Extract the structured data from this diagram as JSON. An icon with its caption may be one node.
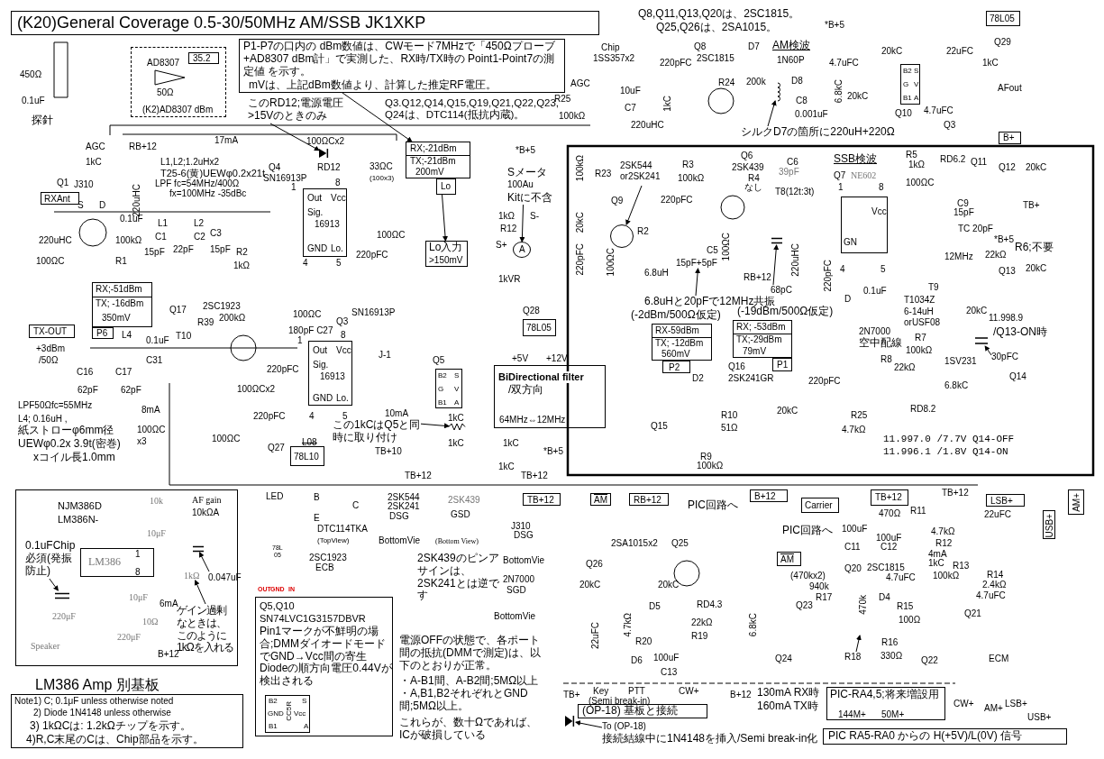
{
  "diagram": {
    "nodes": [
      {
        "text": [
          "(K20)General Coverage 0.5-30/50MHz AM/SSB JK1XKP"
        ]
      },
      {
        "text": [
          "AD8307",
          "50Ω",
          "(K2)AD8307 dBm"
        ]
      },
      {
        "text": [
          "35.2"
        ],
        "in": 1
      },
      {
        "text": [
          "P1-P7の口内の dBm数値は、CWモード7MHzで「450Ωプローブ+AD8307 dBm計」で実測した、RX時/TX時の Point1-Point7の測定値 を示す。",
          "mVは、上記dBm数値より、計算した推定RF電圧。"
        ]
      },
      {
        "text": [
          "RXAnt"
        ]
      },
      {
        "text": [
          "RX;-51dBm",
          "TX; -16dBm",
          "350mV"
        ]
      },
      {
        "text": [
          "P6"
        ]
      },
      {
        "text": [
          "TX-OUT"
        ]
      },
      {
        "text": [
          "RX;-21dBm",
          "TX;-21dBm",
          "200mV"
        ]
      },
      {
        "text": [
          "Lo"
        ]
      },
      {
        "text": [
          "Lo入力",
          ">150mV"
        ]
      },
      {
        "text": [
          "RX-59dBm",
          "TX; -12dBm",
          "560mV"
        ]
      },
      {
        "text": [
          "P2"
        ]
      },
      {
        "text": [
          "RX; -53dBm",
          "TX;-29dBm",
          "79mV"
        ]
      },
      {
        "text": [
          "P1"
        ]
      },
      {
        "text": [
          "B+"
        ]
      },
      {
        "text": [
          "78L05"
        ]
      },
      {
        "text": [
          "78L05"
        ]
      },
      {
        "text": [
          "78L10"
        ]
      },
      {
        "text": [
          "TB+12"
        ]
      },
      {
        "text": [
          "AM"
        ]
      },
      {
        "text": [
          "RB+12"
        ]
      },
      {
        "text": [
          "B+12"
        ]
      },
      {
        "text": [
          "Carrier"
        ]
      },
      {
        "text": [
          "TB+12"
        ]
      },
      {
        "text": [
          "LSB+"
        ]
      },
      {
        "text": [
          "USB+"
        ]
      },
      {
        "text": [
          "AM+"
        ]
      },
      {
        "text": [
          "LM386 Amp 別基板"
        ]
      },
      {
        "text": [
          "LM386",
          "1",
          "8"
        ],
        "in": 28
      },
      {
        "text": [
          "Note1) C; 0.1μF unless otherwise noted",
          "2) Diode 1N4148 unless otherwise",
          "3) 1kΩCは: 1.2kΩチップを示す。",
          "4)R,C末尾のCは、Chip部品を示す。"
        ]
      },
      {
        "text": [
          "Q5,Q10",
          "SN74LVC1G3157DBVR",
          "Pin1マークが不鮮明の場合;DMMダイオードモードでGND→Vcc間の寄生Diodeの順方向電圧0.44Vが検出される"
        ]
      },
      {
        "text": [
          "B2",
          "S",
          "GND",
          "Vcc",
          "B1",
          "A",
          "CC5R"
        ],
        "in": 31
      },
      {
        "text": [
          "(OP-18) 基板と接続"
        ]
      },
      {
        "text": [
          "PIC-RA4,5;将来増設用",
          "144M+",
          "50M+"
        ]
      },
      {
        "text": [
          "PIC RA5-RA0 からの H(+5V)/L(0V) 信号"
        ]
      },
      {
        "text": [
          "BiDirectional filter",
          "/双方向",
          "64MHz⇔12MHz"
        ]
      },
      {
        "text": [
          "Out",
          "Vcc",
          "Sig.",
          "16913",
          "GND",
          "Lo."
        ]
      },
      {
        "text": [
          "Out",
          "Vcc",
          "Sig.",
          "16913",
          "GND",
          "Lo."
        ]
      },
      {
        "text": [
          "Vcc",
          "GN"
        ]
      },
      {
        "text": [
          "B2",
          "S",
          "G",
          "V",
          "B1",
          "A"
        ]
      },
      {
        "text": [
          "B2",
          "S",
          "G",
          "V",
          "B1",
          "A"
        ]
      },
      {
        "text": [
          "A"
        ]
      },
      {
        "text": [
          "このRD12;電源電圧>15Vのときのみ"
        ]
      },
      {
        "text": [
          "Sメータ",
          "100Au",
          "Kitに不含"
        ]
      },
      {
        "text": [
          "2SK544 or2SK241"
        ]
      },
      {
        "text": [
          "シルクD7の箇所に220uH+220Ω"
        ]
      },
      {
        "text": [
          "6.8uHと20pFで12MHz共振"
        ]
      },
      {
        "text": [
          "この1kCはQ5と同時に取り付け"
        ]
      },
      {
        "text": [
          "0.1uFChip必須(発振防止)"
        ],
        "in": 28
      },
      {
        "text": [
          "ゲイン過剰なときは、このように1kΩを入れる"
        ],
        "in": 28
      },
      {
        "text": [
          "To (OP-18)",
          "接続結線中に1N4148を挿入/Semi break-in化"
        ]
      },
      {
        "text": [
          "68pC"
        ]
      },
      {
        "text": [
          "30pFC"
        ]
      },
      {
        "text": [
          "R18"
        ]
      },
      {
        "text": [
          "0.047uF"
        ],
        "in": 28
      },
      {
        "text": [
          "AM"
        ]
      },
      {
        "text": [],
        "shape": "diode"
      },
      {
        "text": [],
        "shape": "circle"
      },
      {
        "text": [],
        "shape": "inductor"
      },
      {
        "text": [
          "15pF+5pF"
        ]
      },
      {
        "text": [],
        "shape": "resistor"
      },
      {
        "text": [],
        "shape": "capacitor",
        "in": 28
      },
      {
        "text": [
          "1kΩ"
        ],
        "in": 28
      },
      {
        "text": [],
        "shape": "diode"
      },
      {
        "text": [],
        "shape": "capacitor"
      },
      {
        "text": [],
        "shape": "capacitor"
      },
      {
        "text": [],
        "shape": "capacitor",
        "in": 28
      }
    ],
    "edges": [
      {
        "from": 3,
        "to": 8,
        "arrow": "to"
      },
      {
        "from": 43,
        "to": 57,
        "arrow": "to"
      },
      {
        "from": 9,
        "to": 10,
        "arrow": "to"
      },
      {
        "from": 44,
        "to": 42,
        "arrow": "to"
      },
      {
        "from": 45,
        "to": 58,
        "arrow": "to"
      },
      {
        "from": 46,
        "to": 59,
        "arrow": "to"
      },
      {
        "from": 47,
        "to": 60,
        "arrow": "to"
      },
      {
        "from": 48,
        "to": 61,
        "arrow": "to"
      },
      {
        "from": 49,
        "to": 62,
        "arrow": "to"
      },
      {
        "from": 50,
        "to": 63,
        "arrow": "to"
      },
      {
        "from": 51,
        "to": 64,
        "arrow": "to"
      },
      {
        "from": 52,
        "to": 65,
        "arrow": "to"
      },
      {
        "from": 53,
        "to": 66,
        "arrow": "to"
      },
      {
        "from": 54,
        "to": null,
        "arrow": "to"
      },
      {
        "from": 55,
        "to": 67,
        "arrow": "to"
      }
    ],
    "labels": [
      "450Ω",
      "0.1uF",
      "探針",
      "AGC",
      "RB+12",
      "17mA",
      "100ΩCx2",
      "1kC",
      "L1,L2;1.2uHx2",
      "Q4",
      "RD12",
      "33ΩC",
      "T25-6(黄)UEWφ0.2x21t",
      "SN16913P",
      "(100x3)",
      "Q1",
      "J310",
      "LPF fc=54MHz/400Ω",
      "1",
      "8",
      "fx=100MHz -35dBc",
      "S",
      "D",
      "220uHC",
      "0.1uF",
      "L1",
      "C1",
      "L2",
      "C2",
      "C3",
      "220uHC",
      "100kΩ",
      "15pF",
      "22pF",
      "15pF",
      "R2",
      "1kΩ",
      "100ΩC",
      "R1",
      "4",
      "5",
      "220pFC",
      "100ΩC",
      "Q17",
      "2SC1923",
      "R39",
      "200kΩ",
      "L4",
      "0.1uF",
      "T10",
      "C31",
      "C16",
      "C17",
      "100ΩC",
      "Q3",
      "SN16913P",
      "180pF C27",
      "8",
      "1",
      "220pFC",
      "+3dBm",
      "/50Ω",
      "62pF",
      "62pF",
      "LPF50Ωfc=55MHz",
      "L4; 0.16uH ,",
      "紙ストローφ6mm径",
      "UEWφ0.2x 3.9t(密巻)",
      "xコイル長1.0mm",
      "8mA",
      "100ΩC",
      "x3",
      "100ΩCx2",
      "220pFC",
      "100ΩC",
      "4",
      "5",
      "J-1",
      "Q5",
      "10mA",
      "1kC",
      "1kC",
      "TB+10",
      "1kC",
      "*B+5",
      "1kC",
      "TB+12",
      "TB+12",
      "Q27",
      "L08",
      "LED",
      "B",
      "C",
      "E",
      "DTC114TKA",
      "(TopView)",
      "78L",
      "05",
      "OUT",
      "GND",
      "IN",
      "2SC1923",
      "ECB",
      "2SK544",
      "2SK241",
      "DSG",
      "BottomVie",
      "2SK439",
      "GSD",
      "(Bottom View)",
      "J310",
      "DSG",
      "BottomVie",
      "2SK439のピンアサインは、2SK241とは逆です",
      "2N7000",
      "SGD",
      "BottomVie",
      "NJM386D",
      "LM386N-",
      "10k",
      "AF gain",
      "10kΩA",
      "10μF",
      "220μF",
      "10μF",
      "6mA",
      "10Ω",
      "220μF",
      "Speaker",
      "B+12",
      "電源OFFの状態で、各ポート間の抵抗(DMMで測定)は、以下のとおりが正常。",
      "・A-B1間、A-B2間;5MΩ以上",
      "・A,B1,B2それぞれとGND間;5MΩ以上。",
      "これらが、数十Ωであれば、ICが破損している",
      "Q8,Q11,Q13,Q20は、2SC1815。",
      "Q25,Q26は、2SA1015。",
      "Chip",
      "1SS357x2",
      "Q8",
      "2SC1815",
      "220pFC",
      "AGC",
      "10uF",
      "C7",
      "R25",
      "100kΩ",
      "220uHC",
      "1kC",
      "R24",
      "Q3.Q12,Q14,Q15,Q19,Q21,Q22,Q23, Q24は、DTC114(抵抗内蔵)。",
      "*B+5",
      "1kΩ",
      "R12",
      "S-",
      "S+",
      "1kVR",
      "100kΩ",
      "R23",
      "R3",
      "100kΩ",
      "Q9",
      "220pFC",
      "R2",
      "20kC",
      "220pFC",
      "100ΩC",
      "100ΩC",
      "C5",
      "6.8uH",
      "Q28",
      "(-2dBm/500Ω仮定)",
      "(-19dBm/500Ω仮定)",
      "+5V",
      "+12V",
      "D2",
      "Q16",
      "2SK241GR",
      "R10",
      "Q15",
      "51Ω",
      "R9",
      "100kΩ",
      "*B+5",
      "Q29",
      "20kC",
      "22uFC",
      "D7",
      "AM検波",
      "1N60P",
      "4.7uFC",
      "1kC",
      "200k",
      "D8",
      "6.8kC",
      "20kC",
      "C8",
      "0.001uF",
      "Q10",
      "4.7uFC",
      "AFout",
      "Q3",
      "Q6",
      "2SK439",
      "R4",
      "なし",
      "C6",
      "39pF",
      "T8(12t:3t)",
      "SSB検波",
      "Q7",
      "NE602",
      "1",
      "8",
      "R5",
      "1kΩ",
      "RD6.2",
      "Q11",
      "Q12",
      "20kC",
      "100ΩC",
      "C9",
      "15pF",
      "TB+",
      "TC 20pF",
      "*B+5",
      "22kΩ",
      "R6;不要",
      "12MHz",
      "220uHC",
      "RB+12",
      "220pFC",
      "4",
      "5",
      "Q13",
      "20kC",
      "0.1uF",
      "D",
      "T9",
      "T1034Z",
      "6-14uH",
      "orUSF08",
      "20kC",
      "11.998.9",
      "2N7000",
      "空中配線",
      "R7",
      "/Q13-ON時",
      "100kΩ",
      "R8",
      "22kΩ",
      "1SV231",
      "Q14",
      "220pFC",
      "20kC",
      "R25",
      "4.7kΩ",
      "RD8.2",
      "6.8kC",
      "11.997.0 /7.7V Q14-OFF",
      "11.996.1 /1.8V Q14-ON",
      "PIC回路へ",
      "2SA1015x2",
      "Q25",
      "Q26",
      "20kC",
      "20kC",
      "D5",
      "RD4.3",
      "22kΩ",
      "R19",
      "22uFC",
      "4.7kΩ",
      "R20",
      "D6",
      "100uF",
      "C13",
      "TB+",
      "Key",
      "(Semi break-in)",
      "PTT",
      "CW+",
      "B+12",
      "130mA RX時",
      "160mA TX時",
      "PIC回路へ",
      "TB+12",
      "470Ω",
      "R11",
      "22uFC",
      "100uF",
      "C11",
      "100uF",
      "C12",
      "4.7kΩ",
      "R12",
      "4mA",
      "1kC",
      "R13",
      "100kΩ",
      "R14",
      "2.4kΩ",
      "Q20",
      "2SC1815",
      "4.7uFC",
      "4.7uFC",
      "(470kx2)",
      "940k",
      "R17",
      "Q23",
      "D4",
      "470k",
      "R15",
      "100Ω",
      "Q21",
      "6.8kC",
      "R16",
      "Q24",
      "330Ω",
      "Q22",
      "ECM",
      "CW+",
      "AM+",
      "LSB+",
      "USB+"
    ]
  }
}
